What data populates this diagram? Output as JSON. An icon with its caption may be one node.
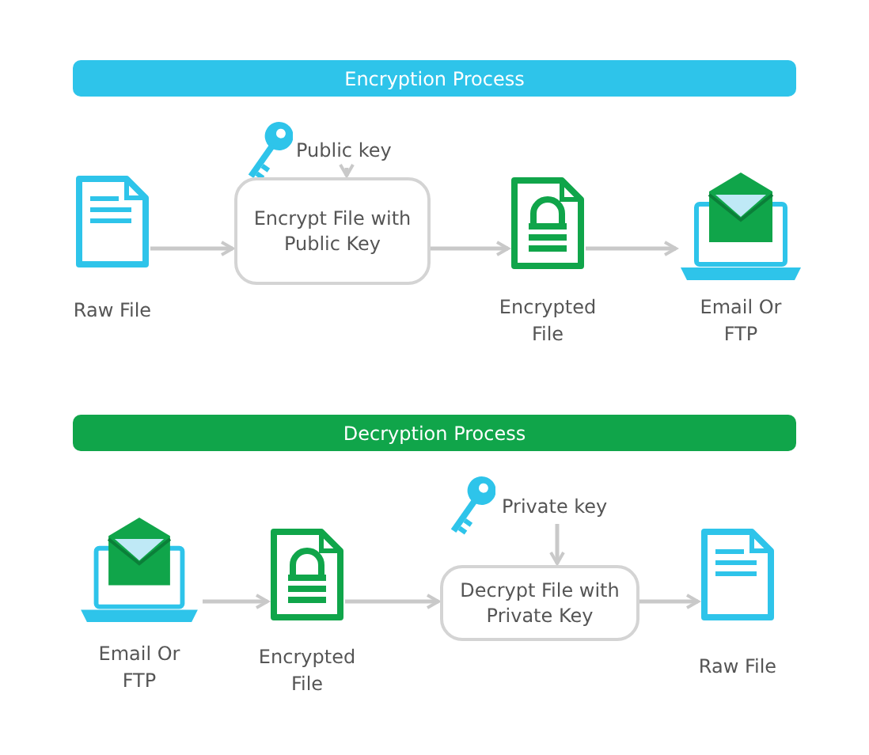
{
  "diagram": {
    "nodes": [
      {
        "text": [
          "Encryption Process"
        ]
      },
      {
        "text": [],
        "shape": "document",
        "beside": [
          "Raw File"
        ]
      },
      {
        "text": [
          "Public key"
        ]
      },
      {
        "text": [
          "Encrypt File with Public Key"
        ]
      },
      {
        "text": [],
        "shape": "locked-document",
        "beside": [
          "Encrypted File"
        ]
      },
      {
        "text": [],
        "shape": "laptop",
        "beside": [
          "Email Or FTP"
        ]
      },
      {
        "text": [
          "Decryption Process"
        ]
      },
      {
        "text": [],
        "shape": "laptop",
        "beside": [
          "Email Or FTP"
        ]
      },
      {
        "text": [],
        "shape": "locked-document",
        "beside": [
          "Encrypted File"
        ]
      },
      {
        "text": [
          "Private key"
        ]
      },
      {
        "text": [
          "Decrypt File with Private Key"
        ]
      },
      {
        "text": [],
        "shape": "document",
        "beside": [
          "Raw File"
        ]
      }
    ],
    "edges": [
      {
        "from": 1,
        "to": 3,
        "arrow": "to"
      },
      {
        "from": 2,
        "to": 3,
        "arrow": "to"
      },
      {
        "from": 3,
        "to": 4,
        "arrow": "to"
      },
      {
        "from": 4,
        "to": 5,
        "arrow": "to"
      },
      {
        "from": 7,
        "to": 8,
        "arrow": "to"
      },
      {
        "from": 8,
        "to": 10,
        "arrow": "to"
      },
      {
        "from": 9,
        "to": 10,
        "arrow": "to"
      },
      {
        "from": 10,
        "to": 11,
        "arrow": "to"
      }
    ]
  }
}
